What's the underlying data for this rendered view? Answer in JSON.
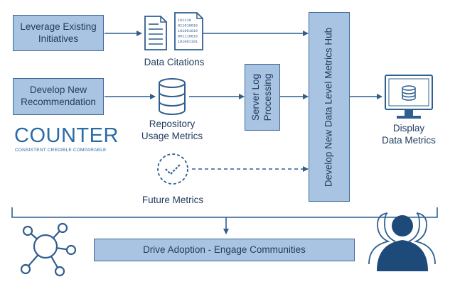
{
  "boxes": {
    "leverage": "Leverage Existing\nInitiatives",
    "develop_rec": "Develop New\nRecommendation",
    "server_log": "Server Log\nProcessing",
    "hub": "Develop New Data Level Metrics Hub",
    "drive": "Drive Adoption - Engage Communities"
  },
  "labels": {
    "citations": "Data Citations",
    "repository": "Repository\nUsage Metrics",
    "future": "Future Metrics",
    "display": "Display\nData Metrics"
  },
  "counter": {
    "word": "COUNTER",
    "tagline": "CONSISTENT CREDIBLE COMPARABLE"
  },
  "binary_lines": [
    "101110",
    "011010010",
    "101001010",
    "001110010",
    "101001101"
  ],
  "colors": {
    "box_fill": "#a9c4e3",
    "box_border": "#3f6a9a",
    "line": "#2f5f8f",
    "text": "#1f3a5c"
  }
}
